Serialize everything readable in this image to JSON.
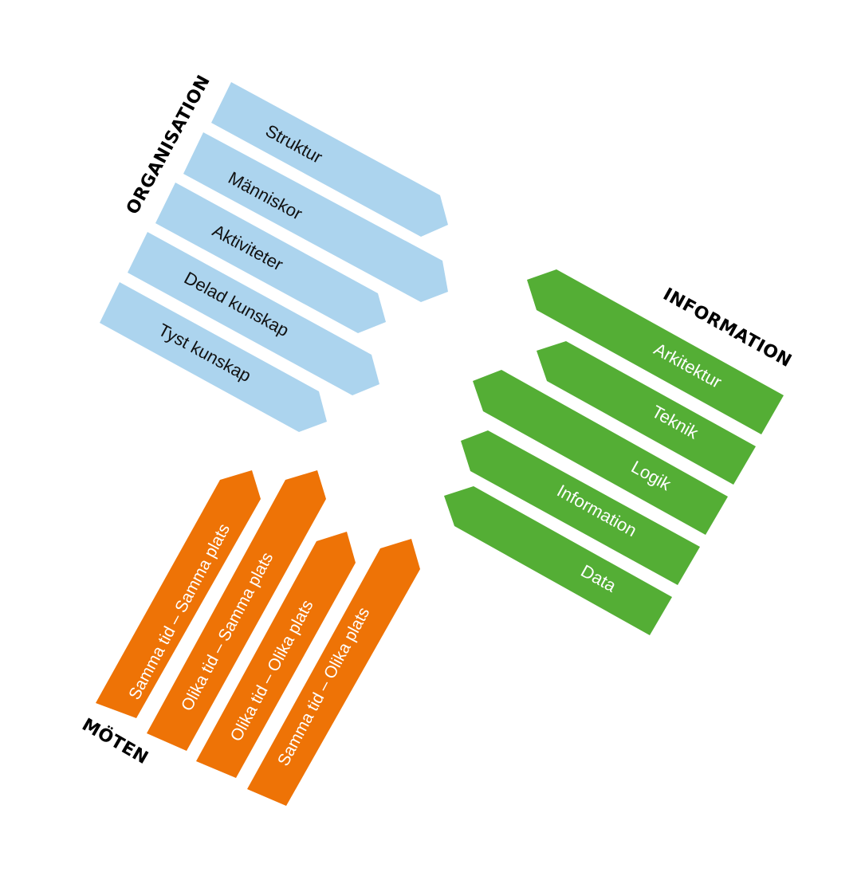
{
  "colors": {
    "organisation": "#acd4ee",
    "information": "#54ae35",
    "moten": "#ee7306",
    "title_text": "#000000"
  },
  "organisation": {
    "title": "ORGANISATION",
    "items": [
      {
        "label": "Struktur"
      },
      {
        "label": "Människor"
      },
      {
        "label": "Aktiviteter"
      },
      {
        "label": "Delad kunskap"
      },
      {
        "label": "Tyst kunskap"
      }
    ]
  },
  "information": {
    "title": "INFORMATION",
    "items": [
      {
        "label": "Arkitektur"
      },
      {
        "label": "Teknik"
      },
      {
        "label": "Logik"
      },
      {
        "label": "Information"
      },
      {
        "label": "Data"
      }
    ]
  },
  "moten": {
    "title": "MÖTEN",
    "items": [
      {
        "label": "Samma tid – Samma plats"
      },
      {
        "label": "Olika tid – Samma plats"
      },
      {
        "label": "Olika tid – Olika plats"
      },
      {
        "label": "Samma tid – Olika plats"
      }
    ]
  }
}
